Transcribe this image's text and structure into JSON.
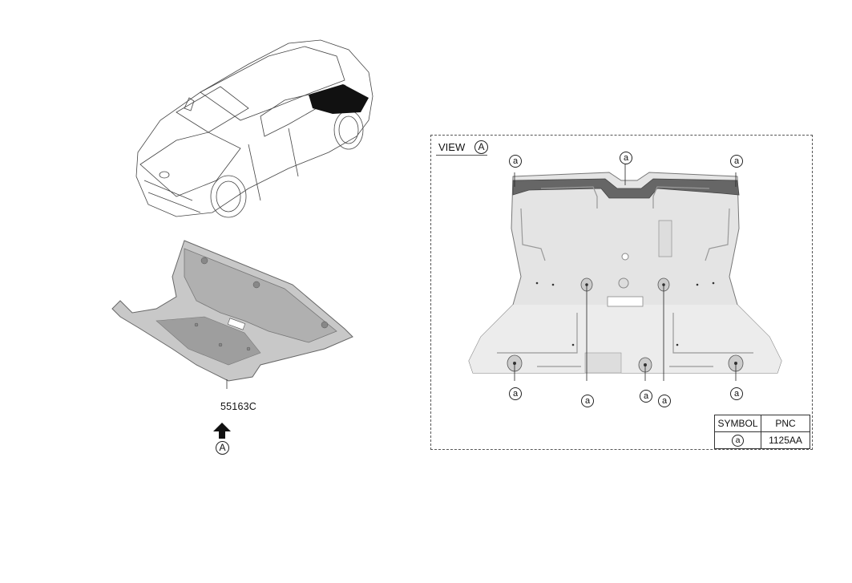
{
  "part_number": "55163C",
  "view_ref": "A",
  "view_title": "VIEW",
  "callout_symbol": "a",
  "table": {
    "headers": [
      "SYMBOL",
      "PNC"
    ],
    "rows": [
      {
        "symbol": "a",
        "pnc": "1125AA"
      }
    ]
  }
}
